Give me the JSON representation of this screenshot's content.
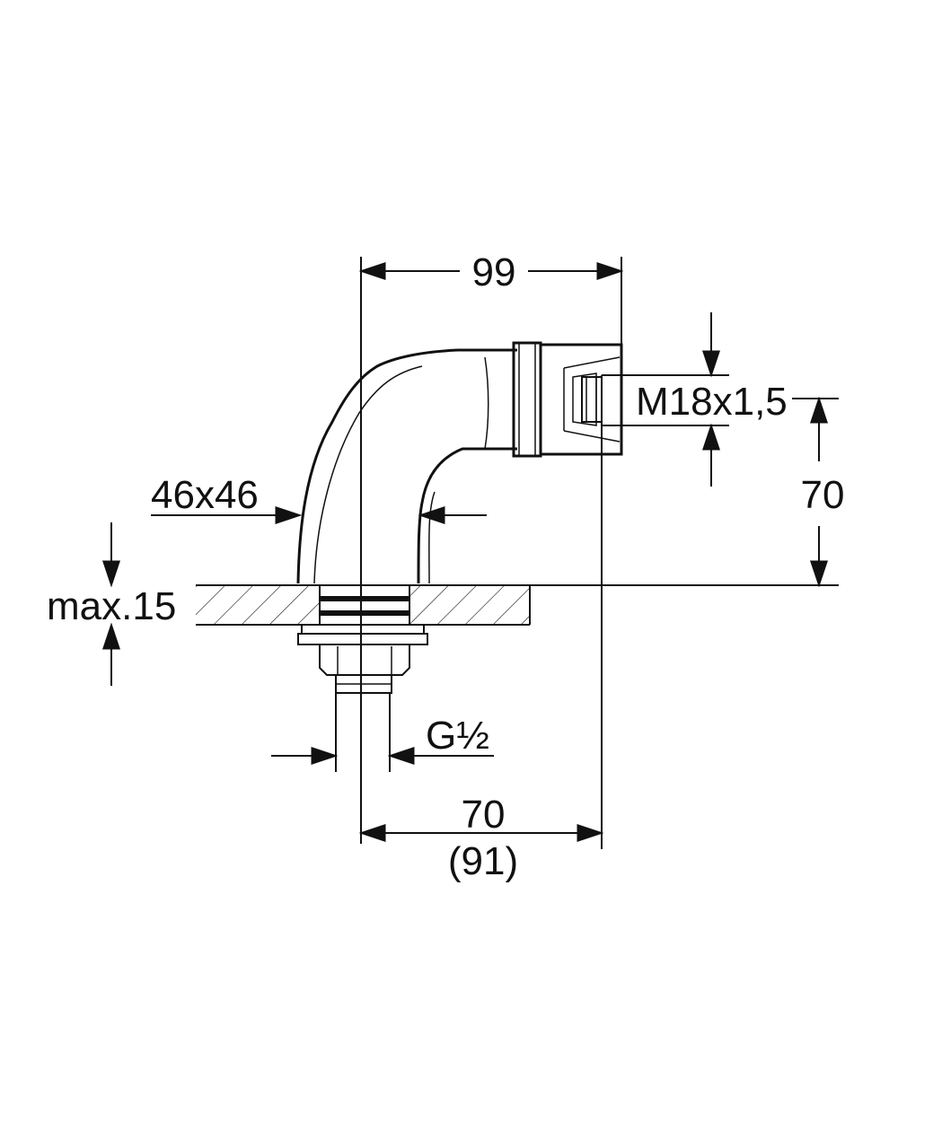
{
  "dimensions": {
    "top_width": "99",
    "thread": "M18x1,5",
    "height": "70",
    "base_size": "46x46",
    "max_thickness": "max.15",
    "connection": "G½",
    "projection": "70",
    "projection_alt": "(91)"
  }
}
